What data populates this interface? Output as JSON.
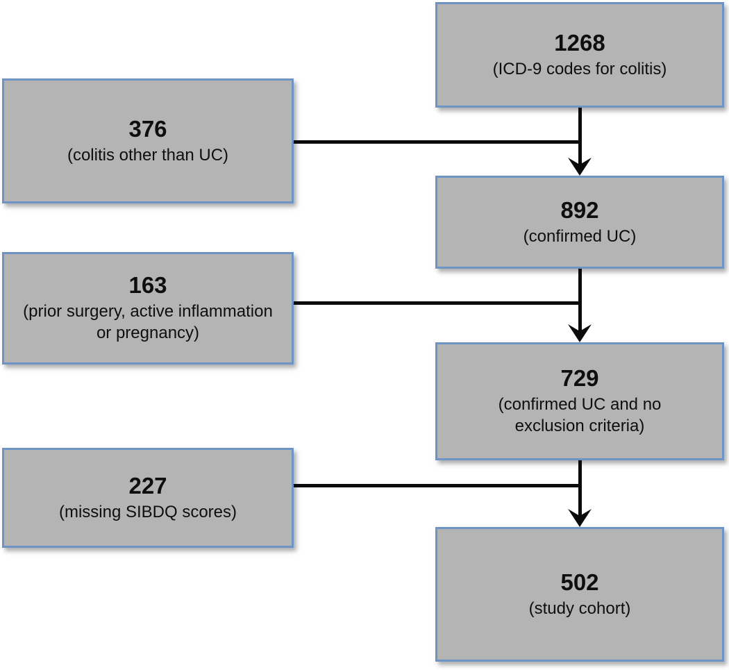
{
  "diagram": {
    "type": "flowchart",
    "subject": "study cohort selection flow",
    "colors": {
      "box_fill": "#b4b4b4",
      "box_border": "#6e94c6",
      "connector": "#0b0b0b",
      "text": "#0e0e0e",
      "background": "#ffffff"
    },
    "main_boxes": [
      {
        "value": "1268",
        "label": "(ICD-9 codes for colitis)"
      },
      {
        "value": "892",
        "label": "(confirmed UC)"
      },
      {
        "value": "729",
        "label": [
          "(confirmed UC and no",
          "exclusion criteria)"
        ]
      },
      {
        "value": "502",
        "label": "(study cohort)"
      }
    ],
    "exclusion_boxes": [
      {
        "value": "376",
        "label": "(colitis other than UC)"
      },
      {
        "value": "163",
        "label": [
          "(prior surgery, active inflammation",
          "or pregnancy)"
        ]
      },
      {
        "value": "227",
        "label": "(missing SIBDQ scores)"
      }
    ]
  }
}
